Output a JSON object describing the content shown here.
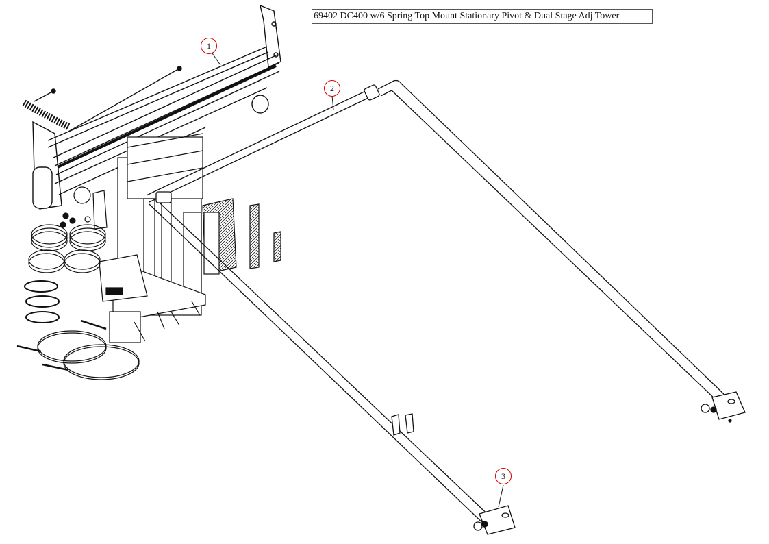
{
  "title": "69402 DC400 w/6 Spring Top Mount Stationary Pivot & Dual Stage Adj Tower",
  "callouts": [
    {
      "label": "1"
    },
    {
      "label": "2"
    },
    {
      "label": "3"
    }
  ],
  "colors": {
    "callout_circle": "#d40000",
    "line_art": "#111111",
    "background": "#ffffff"
  }
}
